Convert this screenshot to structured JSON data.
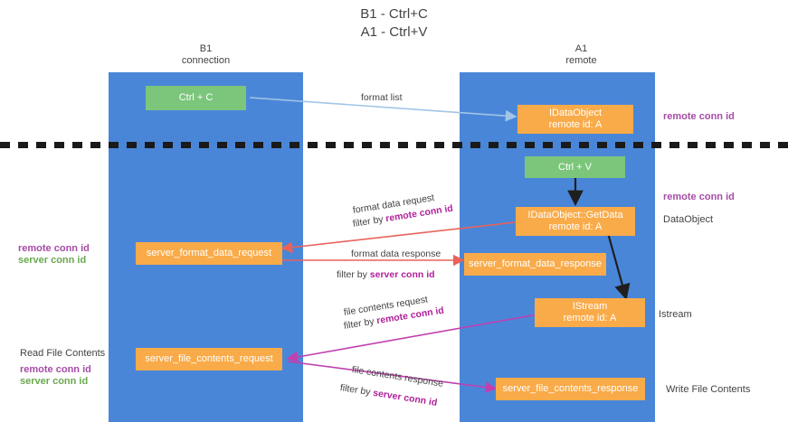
{
  "title": "B1 - Ctrl+C\nA1 - Ctrl+V",
  "columns": {
    "left": {
      "name": "B1",
      "sub": "connection",
      "header": "B1\nconnection"
    },
    "right": {
      "name": "A1",
      "sub": "remote",
      "header": "A1\nremote"
    }
  },
  "nodes": {
    "ctrl_c": {
      "label": "Ctrl + C"
    },
    "idataobject": {
      "line1": "IDataObject",
      "line2": "remote id: A"
    },
    "ctrl_v": {
      "label": "Ctrl + V"
    },
    "getdata": {
      "line1": "IDataObject::GetData",
      "line2": "remote id: A"
    },
    "server_format_data_request": {
      "label": "server_format_data_request"
    },
    "server_format_data_response": {
      "label": "server_format_data_response"
    },
    "istream": {
      "line1": "IStream",
      "line2": "remote id: A"
    },
    "server_file_contents_request": {
      "label": "server_file_contents_request"
    },
    "server_file_contents_response": {
      "label": "server_file_contents_response"
    }
  },
  "edges": {
    "format_list": "format list",
    "format_data_request": "format data request",
    "format_data_request_filter_prefix": "filter by ",
    "format_data_request_filter_key": "remote conn id",
    "format_data_response": "format data response",
    "format_data_response_filter_prefix": "filter by ",
    "format_data_response_filter_key": "server conn id",
    "file_contents_request": "file contents request",
    "file_contents_request_filter_prefix": "filter by ",
    "file_contents_request_filter_key": "remote conn id",
    "file_contents_response": "file contents response",
    "file_contents_response_filter_prefix": "filter by ",
    "file_contents_response_filter_key": "server conn id"
  },
  "side_notes": {
    "right_remote_conn_id_top": "remote conn id",
    "right_remote_conn_id_mid": "remote conn id",
    "right_dataobject": "DataObject",
    "right_istream": "Istream",
    "right_write_file_contents": "Write File Contents",
    "left_remote_conn_id_mid": "remote conn id",
    "left_server_conn_id_mid": "server conn id",
    "left_read_file_contents": "Read File Contents",
    "left_remote_conn_id_bottom": "remote conn id",
    "left_server_conn_id_bottom": "server conn id"
  },
  "colors": {
    "lane": "#4a86d8",
    "green_node": "#7bc67b",
    "orange_node": "#f9ab49",
    "purple_text": "#a64ca6",
    "green_text": "#6aa84f",
    "magenta_text": "#c1239a",
    "arrow_blue": "#9fc5e8",
    "arrow_red": "#e8635a",
    "arrow_magenta": "#c040b0",
    "arrow_dark": "#1f1f1f",
    "divider": "#1a1a1a"
  }
}
